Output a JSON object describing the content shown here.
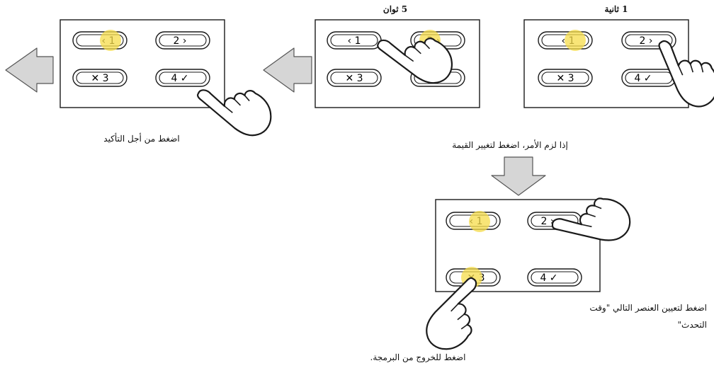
{
  "labels": {
    "one_second": "1 ثانية",
    "five_seconds": "5 ثوان",
    "change_value": "إذا لزم الأمر، اضغط لتغيير القيمة",
    "confirm": "اضغط من أجل التأكيد",
    "next_item_line1": "اضغط لتعيين العنصر التالي \"وقت",
    "next_item_line2": "التحدث\"",
    "exit": "اضغط للخروج من البرمجة."
  },
  "buttons": {
    "b1": "1",
    "b2": "2",
    "b3": "3",
    "b4": "4"
  },
  "colors": {
    "highlight": "#f5dc4a",
    "arrow_fill": "#d6d6d6",
    "stroke": "#1a1a1a"
  }
}
